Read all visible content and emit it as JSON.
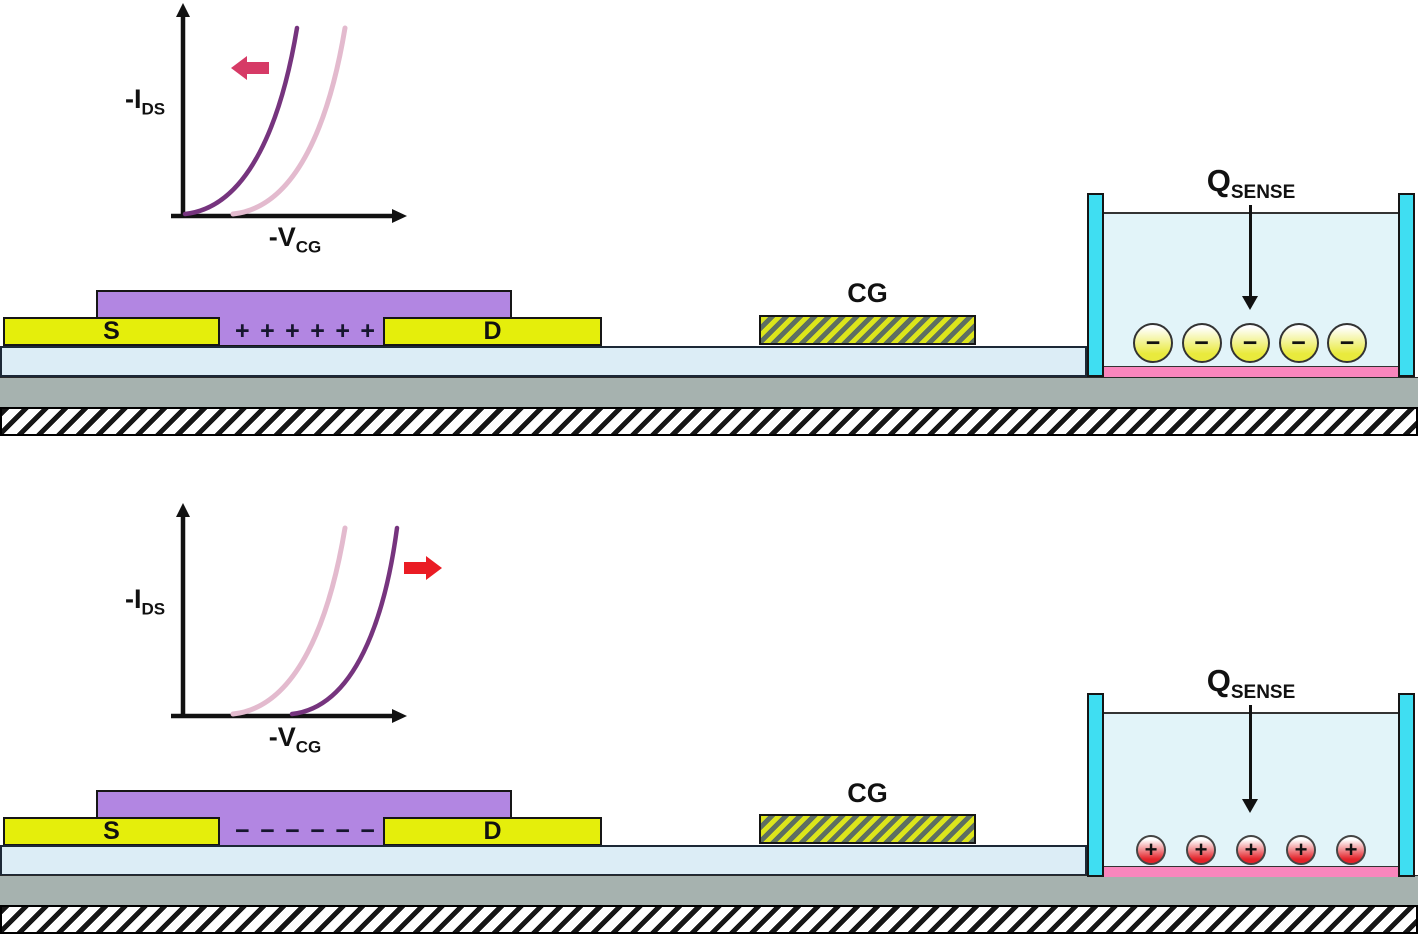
{
  "colors": {
    "electrode_yellow": "#e5ee0b",
    "semiconductor_purple": "#b286e2",
    "dielectric_blue": "#dcedf6",
    "substrate_gray": "#a6b2af",
    "well_wall_cyan": "#3fdef2",
    "sense_layer_pink": "#f986bd",
    "well_liquid": "#e2f4f9",
    "particle_yellow": "#e9ea3d",
    "particle_red": "#e3242b",
    "curve_dark": "#76347e",
    "curve_light": "#e3bace",
    "shift_arrow_left": "#d63a66",
    "shift_arrow_right": "#ea1c24",
    "cg_stripe_yellow": "#dce51b",
    "cg_stripe_dark": "#5d6e62"
  },
  "panels": [
    {
      "plot": {
        "y_label": "-I",
        "y_label_sub": "DS",
        "x_label": "-V",
        "x_label_sub": "CG",
        "shift_direction": "left"
      },
      "device": {
        "source_label": "S",
        "drain_label": "D",
        "control_gate_label": "CG",
        "channel_charge_symbol": "+",
        "channel_charge_count": 6
      },
      "well": {
        "charge_label": "Q",
        "charge_label_sub": "SENSE",
        "particle_symbol": "−",
        "particle_count": 5,
        "particle_polarity": "negative"
      }
    },
    {
      "plot": {
        "y_label": "-I",
        "y_label_sub": "DS",
        "x_label": "-V",
        "x_label_sub": "CG",
        "shift_direction": "right"
      },
      "device": {
        "source_label": "S",
        "drain_label": "D",
        "control_gate_label": "CG",
        "channel_charge_symbol": "−",
        "channel_charge_count": 6
      },
      "well": {
        "charge_label": "Q",
        "charge_label_sub": "SENSE",
        "particle_symbol": "+",
        "particle_count": 5,
        "particle_polarity": "positive"
      }
    }
  ]
}
